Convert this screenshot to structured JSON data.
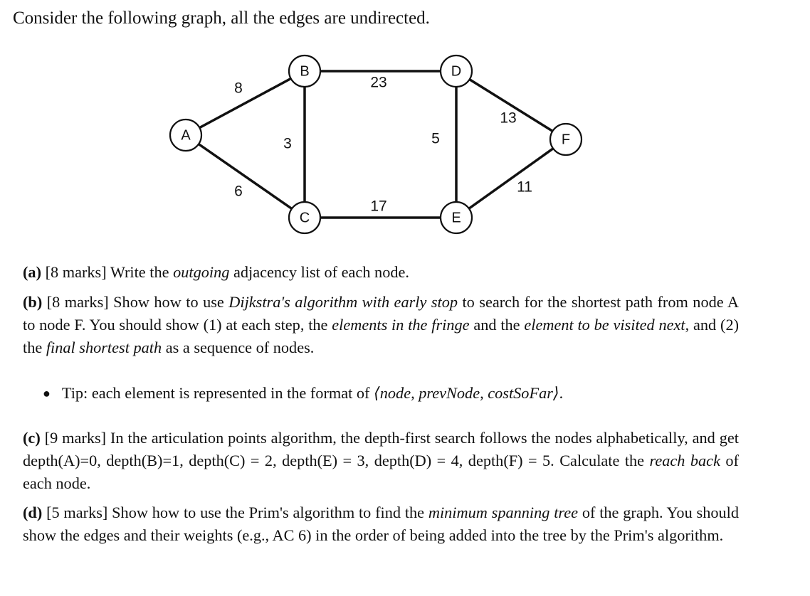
{
  "intro": "Consider the following graph, all the edges are undirected.",
  "graph": {
    "nodes": [
      "A",
      "B",
      "C",
      "D",
      "E",
      "F"
    ],
    "edges": [
      {
        "from": "A",
        "to": "B",
        "weight": "8"
      },
      {
        "from": "A",
        "to": "C",
        "weight": "6"
      },
      {
        "from": "B",
        "to": "C",
        "weight": "3"
      },
      {
        "from": "B",
        "to": "D",
        "weight": "23"
      },
      {
        "from": "C",
        "to": "E",
        "weight": "17"
      },
      {
        "from": "D",
        "to": "E",
        "weight": "5"
      },
      {
        "from": "D",
        "to": "F",
        "weight": "13"
      },
      {
        "from": "E",
        "to": "F",
        "weight": "11"
      }
    ]
  },
  "questions": {
    "a": {
      "label": "(a)",
      "marks": "[8 marks]",
      "t1": " Write the ",
      "e1": "outgoing",
      "t2": " adjacency list of each node."
    },
    "b": {
      "label": "(b)",
      "marks": "[8 marks]",
      "t1": " Show how to use ",
      "e1": "Dijkstra's algorithm with early stop",
      "t2": " to search for the shortest path from node A to node F. You should show (1) at each step, the ",
      "e2": "elements in the fringe",
      "t3": " and the ",
      "e3": "element to be visited next",
      "t4": ", and (2) the ",
      "e4": "final shortest path",
      "t5": " as a sequence of nodes."
    },
    "tip": {
      "t1": "Tip: each element is represented in the format of ",
      "e1": "⟨node, prevNode, costSoFar⟩",
      "t2": "."
    },
    "c": {
      "label": "(c)",
      "marks": "[9 marks]",
      "t1": "  In the articulation points algorithm, the depth-first search follows the nodes alphabetically, and get depth(A)=0, depth(B)=1, depth(C) = 2, depth(E) = 3, depth(D) = 4, depth(F) = 5. Calculate the ",
      "e1": "reach back",
      "t2": " of each node."
    },
    "d": {
      "label": "(d)",
      "marks": "[5 marks]",
      "t1": "  Show how to use the Prim's algorithm to find the ",
      "e1": "minimum spanning tree",
      "t2": " of the graph. You should show the edges and their weights (e.g., AC 6) in the order of being added into the tree by the Prim's algorithm."
    }
  }
}
